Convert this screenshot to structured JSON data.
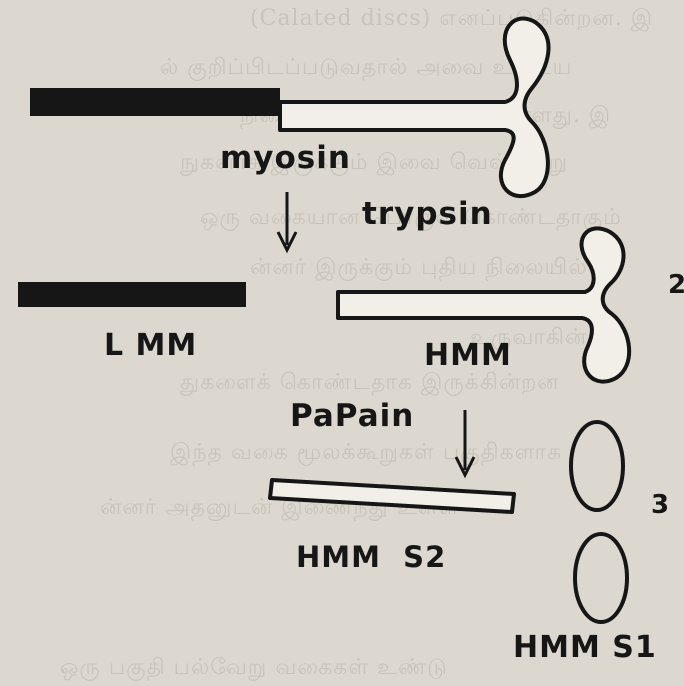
{
  "background_text": {
    "line1": "(Calated discs) எனப்படுகின்றன. இ",
    "line2": "ல் குறிப்பிடப்படுவதால் அவை உடைய",
    "line3": "நிலைமையில் பொருந்தியுள்ளது. இ",
    "line4": "நுகளாக இருக்கும் இவை வெவ்வேறு",
    "line5": "ஒரு வகையான பொருள் கொண்டதாகும்",
    "line6": "ன்னர் இருக்கும் புதிய நிலையில்",
    "line7": "உருவாகின்றன.",
    "line8": "துகளைக் கொண்டதாக இருக்கின்றன",
    "line9": "இந்த வகை மூலக்கூறுகள் பகுதிகளாக",
    "line10": "ன்னர் அதனுடன் இணைந்து உள்ள",
    "line11": "ஒரு பகுதி பல்வேறு வகைகள் உண்டு"
  },
  "labels": {
    "myosin": "myosin",
    "trypsin": "trypsin",
    "lmm": "L MM",
    "hmm": "HMM",
    "papain": "PaPain",
    "hmm_s2": "HMM  S2",
    "hmm_s1": "HMM S1",
    "step2": "2",
    "step3": "3"
  },
  "colors": {
    "ink": "#161616",
    "paper": "#dcd8d0",
    "fill_white": "#f2efe8"
  }
}
